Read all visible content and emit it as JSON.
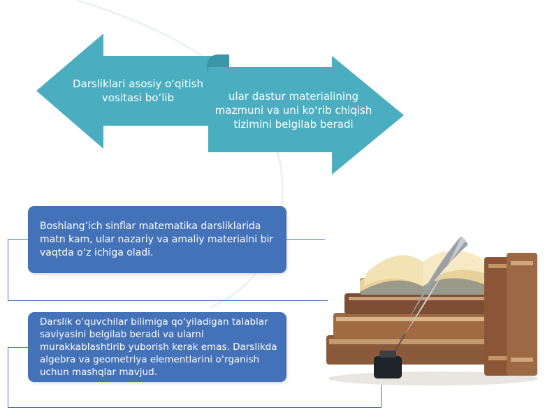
{
  "arrows": {
    "left": {
      "text": "Darsliklari asosiy o‘qitish vositasi bo‘lib"
    },
    "right": {
      "text": "ular dastur materialining mazmuni va uni ko‘rib chiqish tizimini belgilab beradi"
    }
  },
  "boxes": [
    {
      "text": "Boshlang‘ich sinflar matematika darsliklarida matn kam, ular nazariy va amaliy materialni bir vaqtda o‘z ichiga oladi."
    },
    {
      "text": "Darslik o‘quvchilar bilimiga qo‘yiladigan talablar saviyasini belgilab beradi va ularni murakkablashtirib yuborish kerak emas. Darslikda algebra va geometriya elementlarini o‘rganish uchun mashqlar mavjud."
    }
  ],
  "illustration": {
    "icon": "books-quill-inkwell-icon"
  },
  "colors": {
    "arrow": "#4aaec0",
    "box": "#4472b9",
    "text": "#ffffff"
  }
}
